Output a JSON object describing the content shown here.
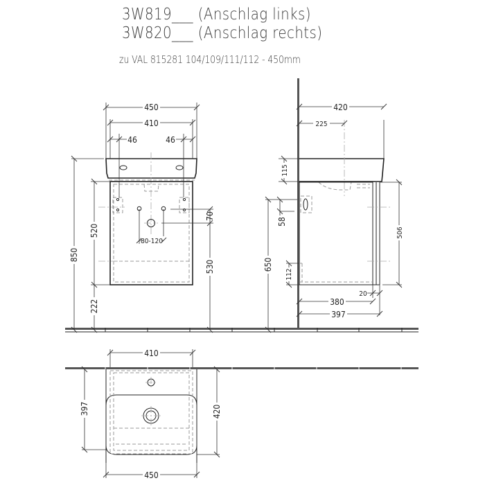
{
  "title": {
    "line1": "3W819___ (Anschlag links)",
    "line2": "3W820___ (Anschlag rechts)",
    "line3": "zu VAL 815281 104/109/111/112 - 450mm"
  },
  "front_view": {
    "width_total": "450",
    "width_inner": "410",
    "offset_left": "46",
    "offset_right": "46",
    "height_total": "850",
    "cabinet_height": "520",
    "floor_clearance": "222",
    "drain_height": "530",
    "drain_offset": "70",
    "pipe_spacing": "80-120"
  },
  "side_view": {
    "depth_total": "420",
    "basin_center": "225",
    "basin_rim": "115",
    "hinge_offset": "58",
    "cabinet_top": "650",
    "bottom_panel": "112",
    "front_height": "506",
    "door_thickness": "20",
    "cabinet_depth": "380",
    "overall_depth": "397"
  },
  "top_view": {
    "width_inner": "410",
    "width_total": "450",
    "depth_cabinet": "397",
    "depth_total": "420"
  },
  "colors": {
    "line": "#222222",
    "wall": "#555555",
    "hidden": "#999999",
    "text": "#3a3a3a"
  }
}
